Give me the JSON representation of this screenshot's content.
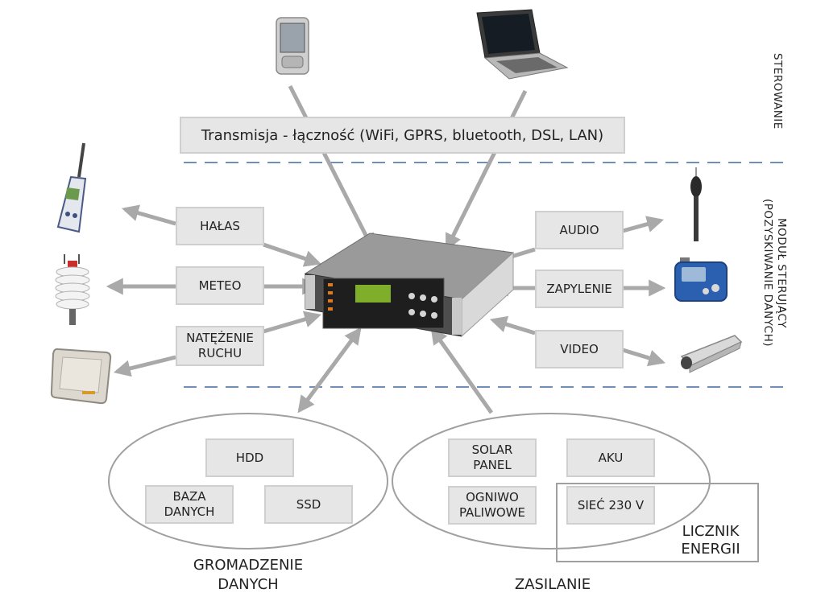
{
  "diagram": {
    "transmission_label": "Transmisja - łączność (WiFi, GPRS, bluetooth, DSL, LAN)",
    "section_labels": {
      "control": "STEROWANIE",
      "control_module": "MODUŁ STERUJĄCY\n(POZYSKIWANIE DANYCH)"
    },
    "left_modules": [
      "HAŁAS",
      "METEO",
      "NATĘŻENIE\nRUCHU"
    ],
    "right_modules": [
      "AUDIO",
      "ZAPYLENIE",
      "VIDEO"
    ],
    "data_storage": {
      "title": "GROMADZENIE\nDANYCH",
      "items": [
        "HDD",
        "BAZA\nDANYCH",
        "SSD"
      ]
    },
    "power_supply": {
      "title": "ZASILANIE",
      "items": [
        "SOLAR\nPANEL",
        "AKU",
        "OGNIWO\nPALIWOWE",
        "SIEĆ 230 V"
      ]
    },
    "energy_meter_label": "LICZNIK\nENERGII",
    "icons": [
      "pda-icon",
      "laptop-icon",
      "sound-level-meter-icon",
      "weather-station-icon",
      "traffic-radar-icon",
      "microphone-icon",
      "dust-monitor-icon",
      "cctv-camera-icon",
      "data-logger-device-icon"
    ],
    "colors": {
      "box_fill": "#e6e6e6",
      "arrow": "#a9a9a9",
      "dashed_line": "#6f8fb8",
      "outline": "#a0a0a0"
    }
  }
}
